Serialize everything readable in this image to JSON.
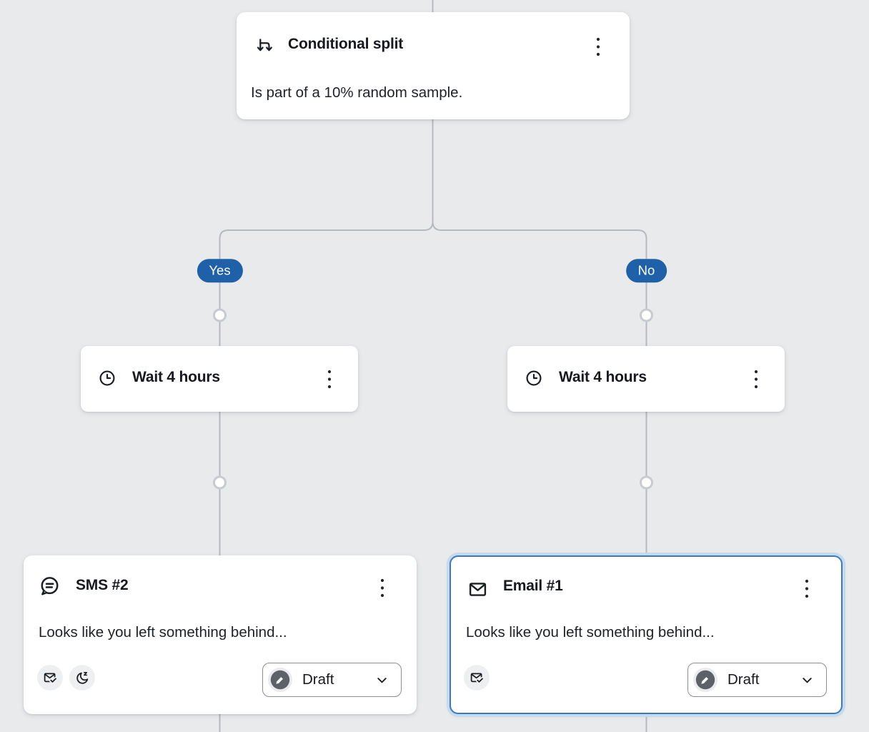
{
  "flow": {
    "conditional_split": {
      "title": "Conditional split",
      "description": "Is part of a 10% random sample.",
      "icon": "split-arrows-icon"
    },
    "branches": {
      "yes_label": "Yes",
      "no_label": "No"
    },
    "wait_left": {
      "title": "Wait 4 hours",
      "icon": "clock-icon"
    },
    "wait_right": {
      "title": "Wait 4 hours",
      "icon": "clock-icon"
    },
    "sms_card": {
      "title": "SMS #2",
      "icon": "chat-bubble-icon",
      "preview": "Looks like you left something behind...",
      "status_label": "Draft",
      "status_icon": "pencil-draft-icon",
      "indicator_icons": [
        "mail-check-icon",
        "quiet-hours-moon-icon"
      ]
    },
    "email_card": {
      "title": "Email #1",
      "icon": "envelope-icon",
      "preview": "Looks like you left something behind...",
      "status_label": "Draft",
      "status_icon": "pencil-draft-icon",
      "indicator_icons": [
        "mail-check-icon"
      ],
      "selected": true
    }
  },
  "colors": {
    "background": "#e9eaec",
    "connector": "#b5b9c0",
    "branch_badge_blue": "#1f61a9",
    "selection_border": "#3a79bc",
    "selection_glow": "#c4daf1",
    "status_circle_dark": "#5d6269",
    "card_background": "#ffffff"
  }
}
